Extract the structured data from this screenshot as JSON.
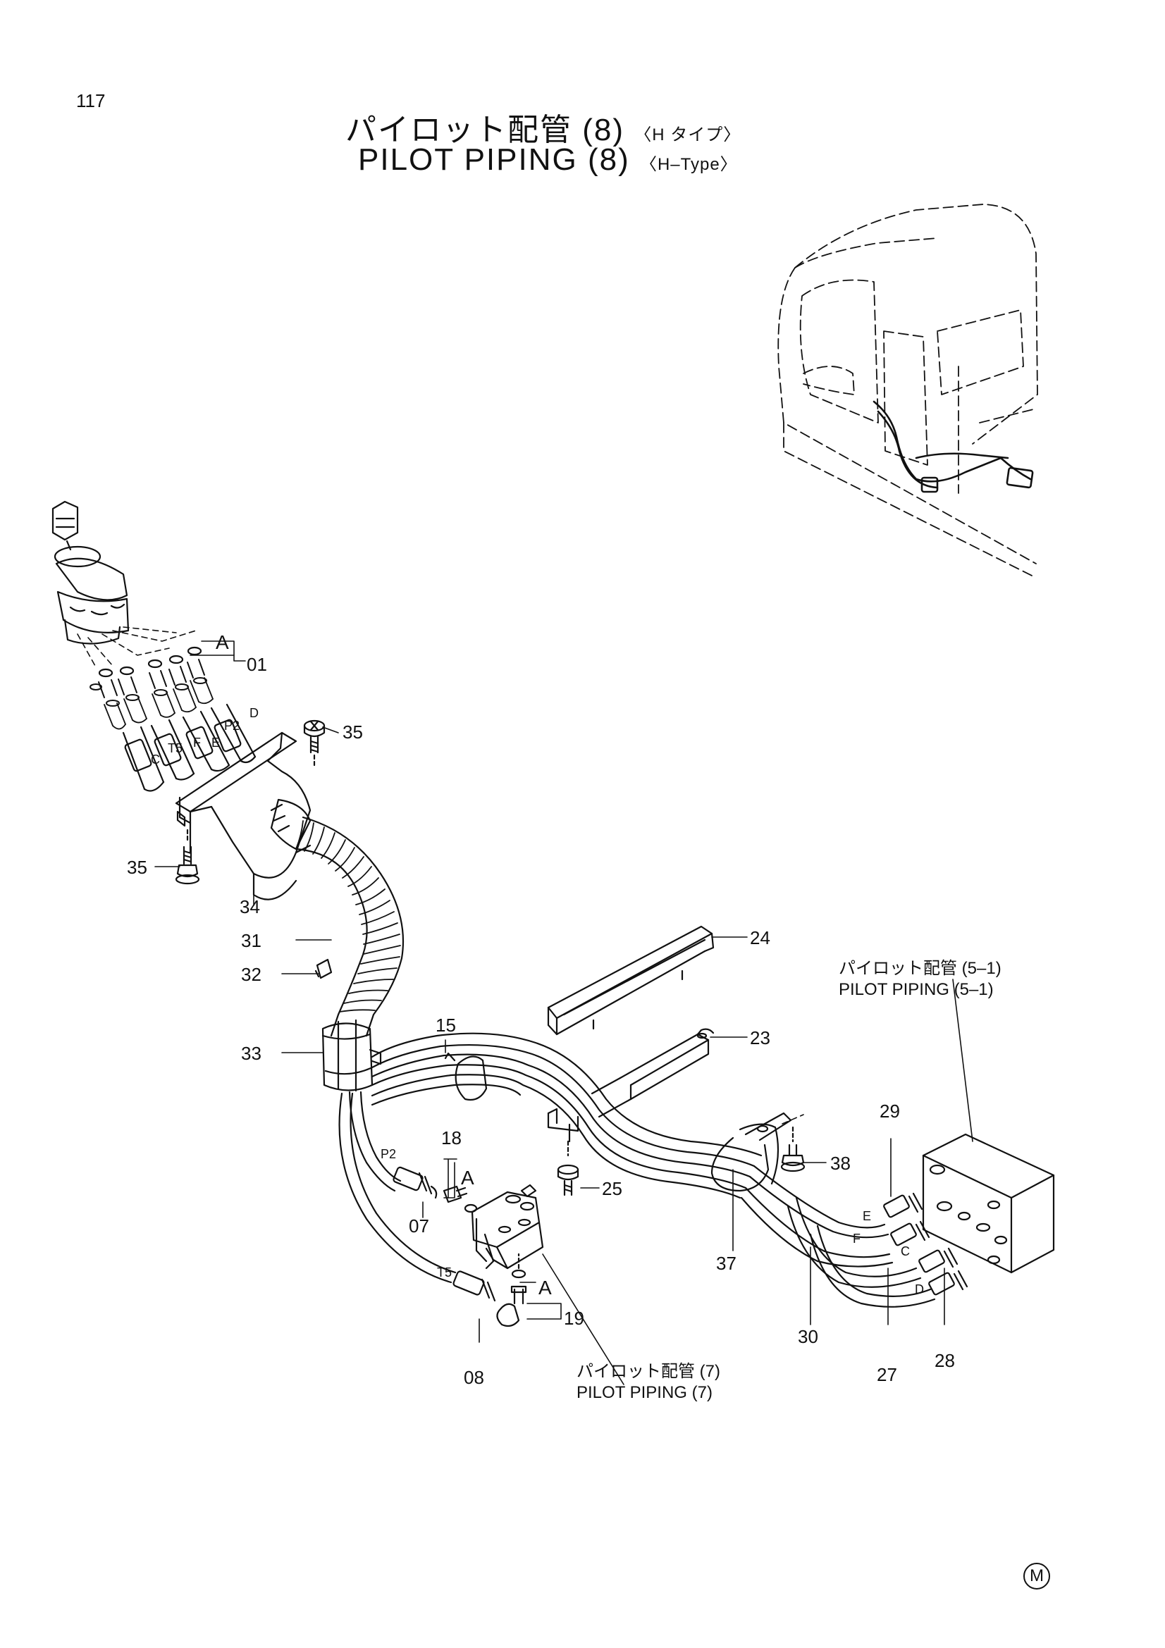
{
  "page_number": "117",
  "title": {
    "jp_main": "パイロット配管 (8)",
    "jp_sub": "〈H タイプ〉",
    "en_main": "PILOT  PIPING  (8)",
    "en_sub": "〈H–Type〉"
  },
  "part_labels": [
    "01",
    "07",
    "08",
    "15",
    "18",
    "19",
    "23",
    "24",
    "25",
    "27",
    "28",
    "29",
    "30",
    "31",
    "32",
    "33",
    "34",
    "35",
    "35",
    "37",
    "38"
  ],
  "port_labels": [
    "A",
    "A",
    "A",
    "P2",
    "P2",
    "T5",
    "T5",
    "C",
    "C",
    "D",
    "D",
    "E",
    "E",
    "F",
    "F"
  ],
  "references": [
    {
      "jp": "パイロット配管  (5–1)",
      "en": "PILOT  PIPING  (5–1)"
    },
    {
      "jp": "パイロット配管  (7)",
      "en": "PILOT  PIPING  (7)"
    }
  ],
  "corner_marker": "M"
}
